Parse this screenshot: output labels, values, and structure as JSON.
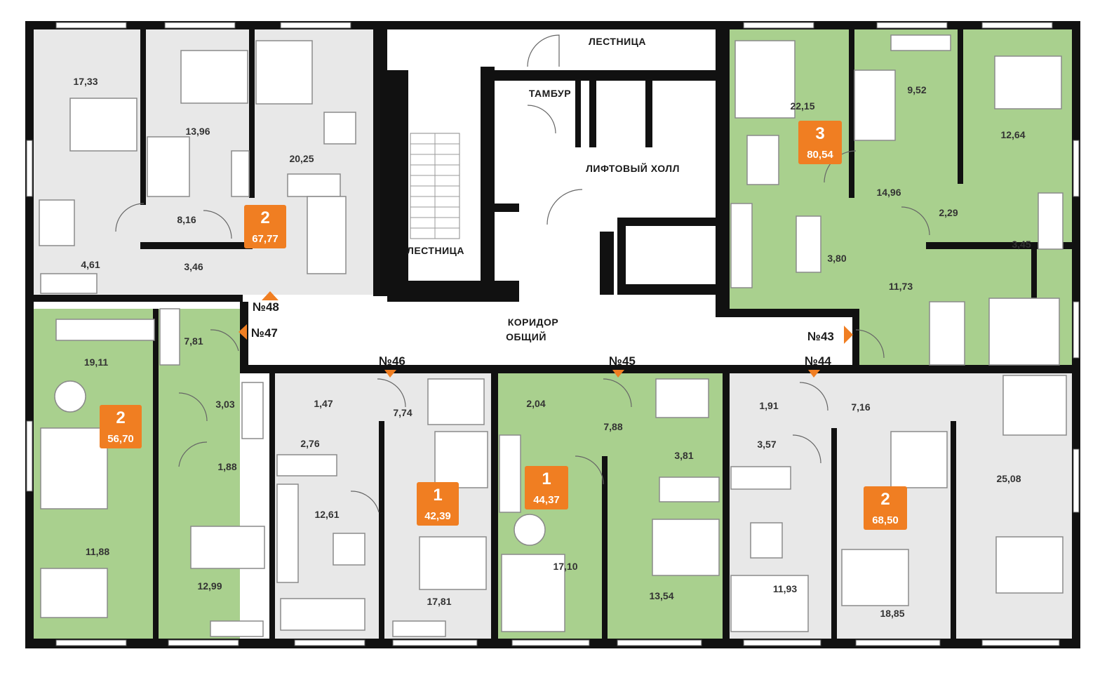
{
  "colors": {
    "green_apartment": "#a9d08e",
    "grey_apartment": "#e8e8e8",
    "common_area": "#ffffff",
    "wall": "#111111",
    "badge": "#f07e22"
  },
  "zones": {
    "stair_top": "ЛЕСТНИЦА",
    "vestibule": "ТАМБУР",
    "lift_hall": "ЛИФТОВЫЙ ХОЛЛ",
    "stair_left": "ЛЕСТНИЦА",
    "corridor_line1": "КОРИДОР",
    "corridor_line2": "ОБЩИЙ"
  },
  "apartment_numbers": [
    "№48",
    "№47",
    "№46",
    "№45",
    "№44",
    "№43"
  ],
  "apartments": [
    {
      "id": "48",
      "rooms": "2",
      "area": "67,77",
      "color": "grey"
    },
    {
      "id": "47",
      "rooms": "2",
      "area": "56,70",
      "color": "green"
    },
    {
      "id": "46",
      "rooms": "1",
      "area": "42,39",
      "color": "grey"
    },
    {
      "id": "45",
      "rooms": "1",
      "area": "44,37",
      "color": "green"
    },
    {
      "id": "44",
      "rooms": "2",
      "area": "68,50",
      "color": "grey"
    },
    {
      "id": "43",
      "rooms": "3",
      "area": "80,54",
      "color": "green"
    }
  ],
  "room_areas": [
    "17,33",
    "13,96",
    "20,25",
    "8,16",
    "4,61",
    "3,46",
    "22,15",
    "9,52",
    "12,64",
    "14,96",
    "2,29",
    "3,80",
    "3,45",
    "11,73",
    "19,11",
    "7,81",
    "3,03",
    "1,88",
    "11,88",
    "12,99",
    "1,47",
    "2,76",
    "7,74",
    "12,61",
    "17,81",
    "2,04",
    "7,88",
    "3,81",
    "17,10",
    "13,54",
    "1,91",
    "7,16",
    "3,57",
    "25,08",
    "11,93",
    "18,85"
  ]
}
